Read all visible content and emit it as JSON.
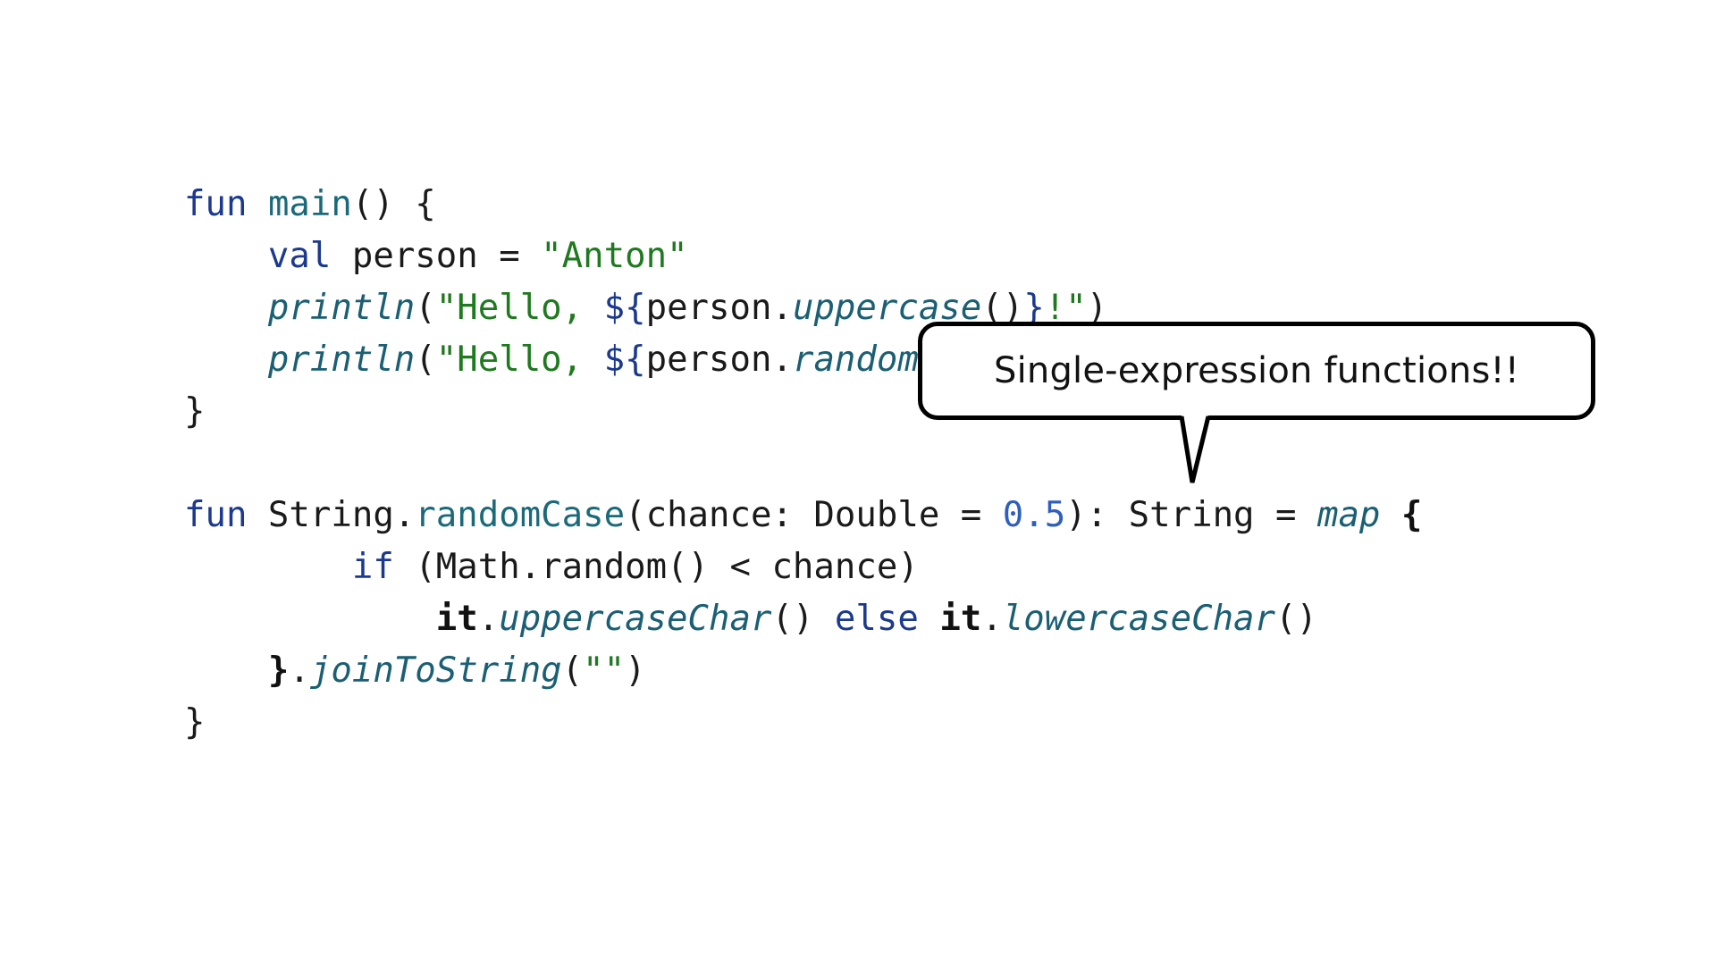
{
  "code": {
    "lines": [
      [
        {
          "t": "fun",
          "c": "kw"
        },
        {
          "t": " ",
          "c": "plain"
        },
        {
          "t": "main",
          "c": "fn"
        },
        {
          "t": "() {",
          "c": "plain"
        }
      ],
      [
        {
          "t": "    ",
          "c": "plain"
        },
        {
          "t": "val",
          "c": "kw"
        },
        {
          "t": " person = ",
          "c": "plain"
        },
        {
          "t": "\"Anton\"",
          "c": "str"
        }
      ],
      [
        {
          "t": "    ",
          "c": "plain"
        },
        {
          "t": "println",
          "c": "ital"
        },
        {
          "t": "(",
          "c": "plain"
        },
        {
          "t": "\"Hello, ",
          "c": "str"
        },
        {
          "t": "${",
          "c": "kw"
        },
        {
          "t": "person.",
          "c": "plain"
        },
        {
          "t": "uppercase",
          "c": "ital"
        },
        {
          "t": "()",
          "c": "plain"
        },
        {
          "t": "}",
          "c": "kw"
        },
        {
          "t": "!\"",
          "c": "str"
        },
        {
          "t": ")",
          "c": "plain"
        }
      ],
      [
        {
          "t": "    ",
          "c": "plain"
        },
        {
          "t": "println",
          "c": "ital"
        },
        {
          "t": "(",
          "c": "plain"
        },
        {
          "t": "\"Hello, ",
          "c": "str"
        },
        {
          "t": "${",
          "c": "kw"
        },
        {
          "t": "person.",
          "c": "plain"
        },
        {
          "t": "randomCas",
          "c": "ital"
        }
      ],
      [
        {
          "t": "}",
          "c": "plain"
        }
      ],
      [],
      [
        {
          "t": "fun",
          "c": "kw"
        },
        {
          "t": " String.",
          "c": "plain"
        },
        {
          "t": "randomCase",
          "c": "fn"
        },
        {
          "t": "(chance: Double = ",
          "c": "plain"
        },
        {
          "t": "0.5",
          "c": "num"
        },
        {
          "t": "): String = ",
          "c": "plain"
        },
        {
          "t": "map",
          "c": "ital"
        },
        {
          "t": " ",
          "c": "plain"
        },
        {
          "t": "{",
          "c": "bold"
        }
      ],
      [
        {
          "t": "        ",
          "c": "plain"
        },
        {
          "t": "if",
          "c": "kw"
        },
        {
          "t": " (Math.random() < chance)",
          "c": "plain"
        }
      ],
      [
        {
          "t": "            ",
          "c": "plain"
        },
        {
          "t": "it",
          "c": "bold"
        },
        {
          "t": ".",
          "c": "plain"
        },
        {
          "t": "uppercaseChar",
          "c": "ital"
        },
        {
          "t": "() ",
          "c": "plain"
        },
        {
          "t": "else",
          "c": "kw"
        },
        {
          "t": " ",
          "c": "plain"
        },
        {
          "t": "it",
          "c": "bold"
        },
        {
          "t": ".",
          "c": "plain"
        },
        {
          "t": "lowercaseChar",
          "c": "ital"
        },
        {
          "t": "()",
          "c": "plain"
        }
      ],
      [
        {
          "t": "    ",
          "c": "plain"
        },
        {
          "t": "}",
          "c": "bold"
        },
        {
          "t": ".",
          "c": "plain"
        },
        {
          "t": "joinToString",
          "c": "ital"
        },
        {
          "t": "(",
          "c": "plain"
        },
        {
          "t": "\"\"",
          "c": "str"
        },
        {
          "t": ")",
          "c": "plain"
        }
      ],
      [
        {
          "t": "}",
          "c": "plain"
        }
      ]
    ]
  },
  "callout": {
    "text": "Single-expression functions!!"
  }
}
